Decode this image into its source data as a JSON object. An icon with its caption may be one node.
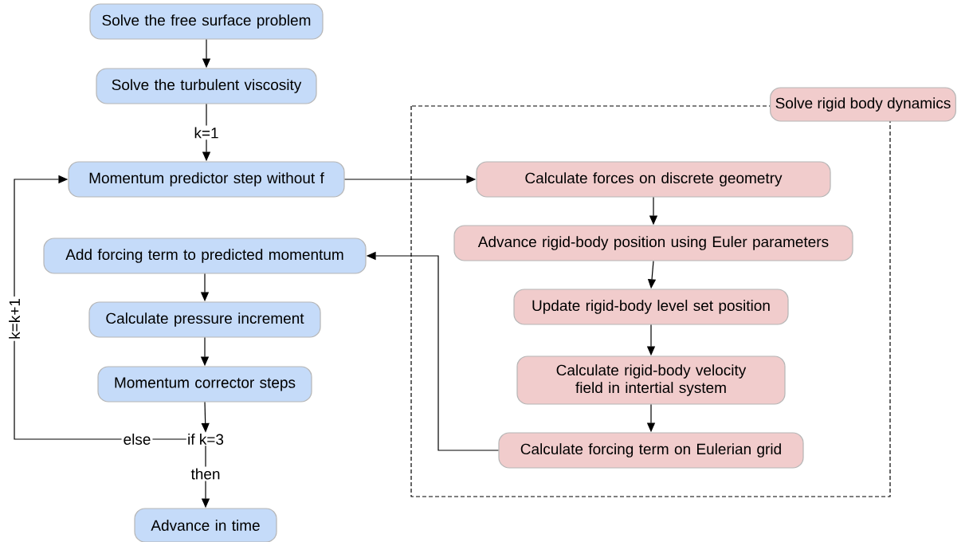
{
  "diagram": {
    "nodes": [
      {
        "text": [
          "Solve the free surface problem"
        ]
      },
      {
        "text": [
          "Solve the turbulent viscosity"
        ]
      },
      {
        "text": [
          "Momentum predictor step without f"
        ]
      },
      {
        "text": [
          "Add forcing term to predicted momentum"
        ]
      },
      {
        "text": [
          "Calculate pressure increment"
        ]
      },
      {
        "text": [
          "Momentum corrector steps"
        ]
      },
      {
        "text": [
          "if k=3"
        ]
      },
      {
        "text": [
          "Advance in time"
        ]
      },
      {
        "text": [
          "Solve rigid body dynamics"
        ]
      },
      {
        "text": [
          "Calculate forces on discrete geometry"
        ],
        "in": 8
      },
      {
        "text": [
          "Advance rigid-body position using Euler parameters"
        ],
        "in": 8
      },
      {
        "text": [
          "Update rigid-body level set position"
        ],
        "in": 8
      },
      {
        "text": [
          "Calculate rigid-body velocity field in intertial system"
        ],
        "in": 8
      },
      {
        "text": [
          "Calculate forcing term on Eulerian grid"
        ],
        "in": 8
      }
    ],
    "edges": [
      {
        "from": 0,
        "to": 1,
        "arrow": "to"
      },
      {
        "from": 1,
        "to": 2,
        "arrow": "to",
        "label": "k=1"
      },
      {
        "from": 2,
        "to": 9,
        "arrow": "to"
      },
      {
        "from": 9,
        "to": 10,
        "arrow": "to"
      },
      {
        "from": 10,
        "to": 11,
        "arrow": "to"
      },
      {
        "from": 11,
        "to": 12,
        "arrow": "to"
      },
      {
        "from": 12,
        "to": 13,
        "arrow": "to"
      },
      {
        "from": 13,
        "to": 3,
        "arrow": "to"
      },
      {
        "from": 3,
        "to": 4,
        "arrow": "to"
      },
      {
        "from": 4,
        "to": 5,
        "arrow": "to"
      },
      {
        "from": 5,
        "to": 6,
        "arrow": "to"
      },
      {
        "from": 6,
        "to": 7,
        "arrow": "to",
        "label": "then"
      },
      {
        "from": 6,
        "to": 2,
        "arrow": "to",
        "label": "else"
      }
    ],
    "labels": [
      "k=k+1"
    ]
  }
}
